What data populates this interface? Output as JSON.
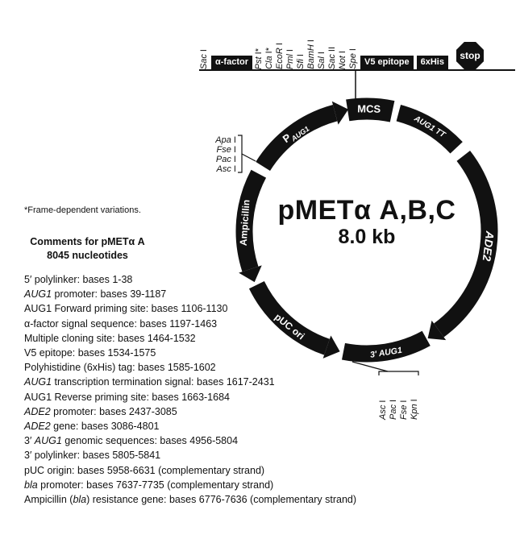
{
  "plasmid": {
    "title": "pMETα A,B,C",
    "size": "8.0 kb",
    "segments": [
      {
        "id": "p-aug1",
        "label_main": "P",
        "label_sub": "AUG1",
        "start": 302,
        "end": 345,
        "arrow": "cw",
        "width": 21,
        "label_angle": 324,
        "side": "upper",
        "font_size": 13,
        "sub_font_size": 9
      },
      {
        "id": "mcs",
        "label": "MCS",
        "start": 351,
        "end": 372,
        "width": 27,
        "label_angle": 1,
        "side": "upper",
        "font_size": 13
      },
      {
        "id": "aug1-tt",
        "label": "AUG1 TT",
        "start": 15,
        "end": 47,
        "width": 21,
        "label_angle": 31,
        "side": "upper",
        "font_size": 10,
        "italic": true
      },
      {
        "id": "ade2",
        "label": "ADE2",
        "start": 52,
        "end": 144,
        "arrow": "cw",
        "width": 21,
        "label_angle": 97,
        "side": "upper",
        "font_size": 14,
        "italic": true
      },
      {
        "id": "aug1-3prime",
        "label": "3′ AUG1",
        "start": 151,
        "end": 191,
        "width": 21,
        "label_angle": 171,
        "side": "lower",
        "font_size": 10.5,
        "italic": true
      },
      {
        "id": "puc-ori",
        "label": "pUC ori",
        "start": 199,
        "end": 244,
        "arrow": "ccw",
        "width": 21,
        "label_angle": 219,
        "side": "lower",
        "font_size": 12
      },
      {
        "id": "ampicillin",
        "label": "Ampicillin",
        "start": 252,
        "end": 298,
        "arrow": "ccw",
        "width": 21,
        "label_angle": 274,
        "side": "upper",
        "font_size": 12
      }
    ]
  },
  "header_bar": {
    "items": [
      {
        "type": "site",
        "name": "Sac",
        "suffix": " I"
      },
      {
        "type": "box",
        "label": "α-factor"
      },
      {
        "type": "site",
        "name": "Pst",
        "suffix": " I*"
      },
      {
        "type": "site",
        "name": "Cla",
        "suffix": " I*"
      },
      {
        "type": "site",
        "name": "EcoR",
        "suffix": " I"
      },
      {
        "type": "site",
        "name": "Pml",
        "suffix": " I"
      },
      {
        "type": "site",
        "name": "Sfi",
        "suffix": " I"
      },
      {
        "type": "site",
        "name": "BamH",
        "suffix": " I"
      },
      {
        "type": "site",
        "name": "Sal",
        "suffix": " I"
      },
      {
        "type": "site",
        "name": "Sac",
        "suffix": " II"
      },
      {
        "type": "site",
        "name": "Not",
        "suffix": " I"
      },
      {
        "type": "site",
        "name": "Spe",
        "suffix": " I"
      },
      {
        "type": "box",
        "label": "V5 epitope"
      },
      {
        "type": "box",
        "label": "6xHis"
      },
      {
        "type": "stop",
        "label": "stop"
      }
    ]
  },
  "left_bracket": {
    "sites": [
      {
        "name": "Apa",
        "suffix": " I"
      },
      {
        "name": "Fse",
        "suffix": " I"
      },
      {
        "name": "Pac",
        "suffix": " I"
      },
      {
        "name": "Asc",
        "suffix": " I"
      }
    ]
  },
  "bottom_bracket": {
    "sites": [
      {
        "name": "Asc",
        "suffix": " I"
      },
      {
        "name": "Pac",
        "suffix": " I"
      },
      {
        "name": "Fse",
        "suffix": " I"
      },
      {
        "name": "Kpn",
        "suffix": " I"
      }
    ]
  },
  "footnote": "*Frame-dependent variations.",
  "comments": {
    "title_line1": "Comments for pMETα A",
    "title_line2": "8045 nucleotides",
    "lines": [
      [
        {
          "t": "5′ polylinker: bases 1-38"
        }
      ],
      [
        {
          "t": "AUG1",
          "i": 1
        },
        {
          "t": " promoter: bases 39-1187"
        }
      ],
      [
        {
          "t": "AUG1 Forward priming site: bases 1106-1130"
        }
      ],
      [
        {
          "t": "α-factor signal sequence: bases 1197-1463"
        }
      ],
      [
        {
          "t": "Multiple cloning site: bases 1464-1532"
        }
      ],
      [
        {
          "t": "V5 epitope: bases 1534-1575"
        }
      ],
      [
        {
          "t": "Polyhistidine (6xHis) tag: bases 1585-1602"
        }
      ],
      [
        {
          "t": "AUG1",
          "i": 1
        },
        {
          "t": " transcription termination signal: bases 1617-2431"
        }
      ],
      [
        {
          "t": "AUG1 Reverse priming site: bases 1663-1684"
        }
      ],
      [
        {
          "t": "ADE2",
          "i": 1
        },
        {
          "t": " promoter: bases 2437-3085"
        }
      ],
      [
        {
          "t": "ADE2",
          "i": 1
        },
        {
          "t": " gene: bases 3086-4801"
        }
      ],
      [
        {
          "t": "3′ "
        },
        {
          "t": "AUG1",
          "i": 1
        },
        {
          "t": " genomic sequences: bases 4956-5804"
        }
      ],
      [
        {
          "t": "3′ polylinker: bases 5805-5841"
        }
      ],
      [
        {
          "t": "pUC origin: bases 5958-6631 (complementary strand)"
        }
      ],
      [
        {
          "t": "bla",
          "i": 1
        },
        {
          "t": " promoter: bases 7637-7735 (complementary strand)"
        }
      ],
      [
        {
          "t": "Ampicillin ("
        },
        {
          "t": "bla",
          "i": 1
        },
        {
          "t": ") resistance gene: bases 6776-7636 (complementary strand)"
        }
      ]
    ]
  }
}
